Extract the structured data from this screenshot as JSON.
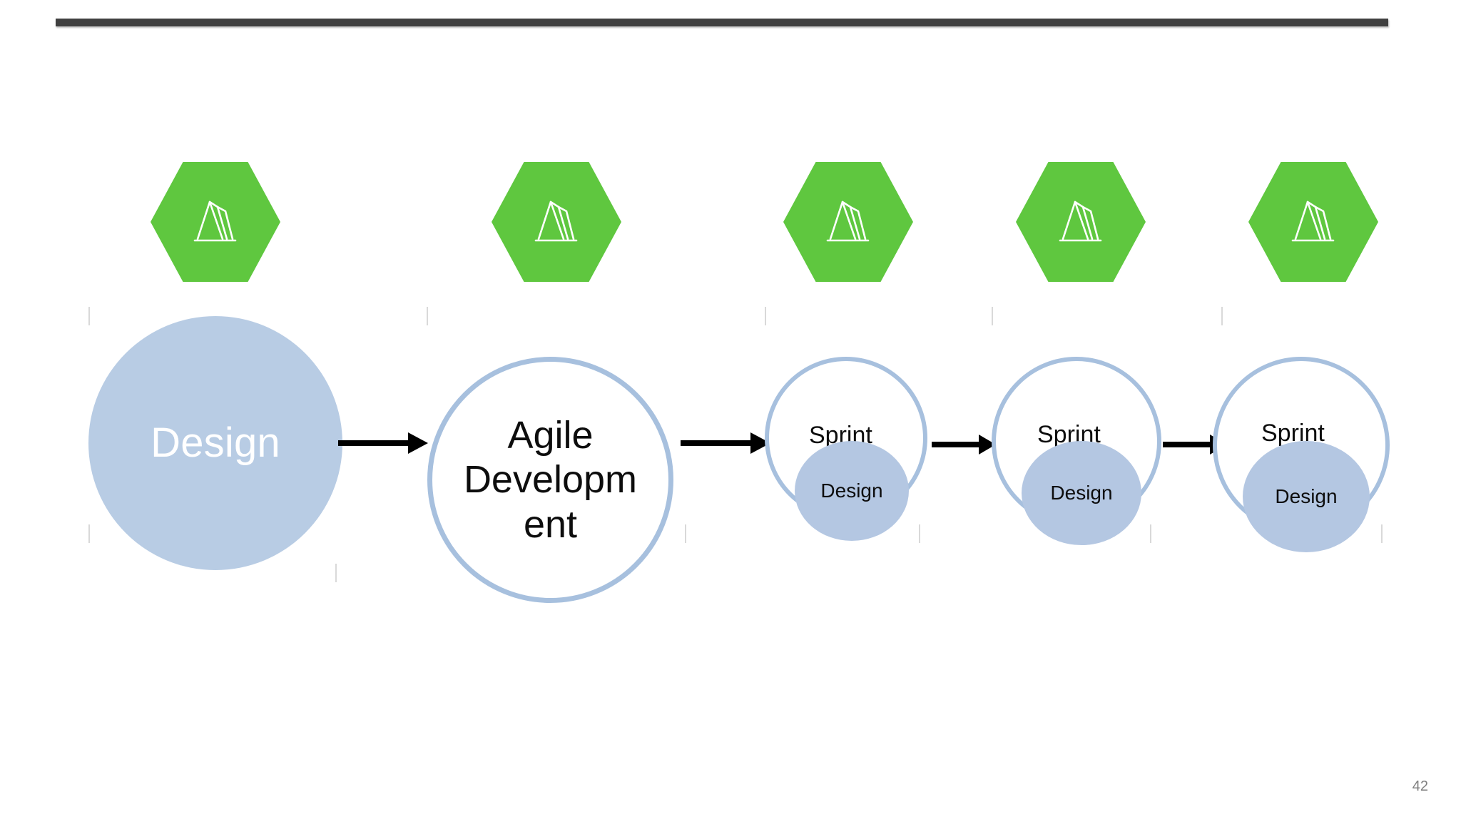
{
  "slide": {
    "page_number": "42",
    "background_color": "#ffffff",
    "top_rule_color": "#404040",
    "accent_green": "#5fc73f",
    "accent_blue_fill": "#b8cce4",
    "accent_blue_outline": "#a7c0de"
  },
  "icons": {
    "hexagon_glyph_name": "mountain-peaks-icon",
    "count": 5
  },
  "stages": [
    {
      "id": "design",
      "icon": "mountain-peaks-icon",
      "shape": "filled-circle",
      "label": "Design",
      "label_color": "#ffffff",
      "sub_label": null
    },
    {
      "id": "agile-development",
      "icon": "mountain-peaks-icon",
      "shape": "outline-circle",
      "label": "Agile\nDevelopm\nent",
      "label_color": "#0d0d0d",
      "sub_label": null
    },
    {
      "id": "sprint-1",
      "icon": "mountain-peaks-icon",
      "shape": "outline-circle-with-inner",
      "label": "Sprint",
      "label_color": "#0d0d0d",
      "sub_label": "Design"
    },
    {
      "id": "sprint-2",
      "icon": "mountain-peaks-icon",
      "shape": "outline-circle-with-inner",
      "label": "Sprint",
      "label_color": "#0d0d0d",
      "sub_label": "Design"
    },
    {
      "id": "sprint-3",
      "icon": "mountain-peaks-icon",
      "shape": "outline-circle-with-inner",
      "label": "Sprint",
      "label_color": "#0d0d0d",
      "sub_label": "Design"
    }
  ],
  "connectors": [
    {
      "from": "design",
      "to": "agile-development",
      "type": "arrow-right"
    },
    {
      "from": "agile-development",
      "to": "sprint-1",
      "type": "arrow-right"
    },
    {
      "from": "sprint-1",
      "to": "sprint-2",
      "type": "arrow-right"
    },
    {
      "from": "sprint-2",
      "to": "sprint-3",
      "type": "arrow-right"
    }
  ]
}
